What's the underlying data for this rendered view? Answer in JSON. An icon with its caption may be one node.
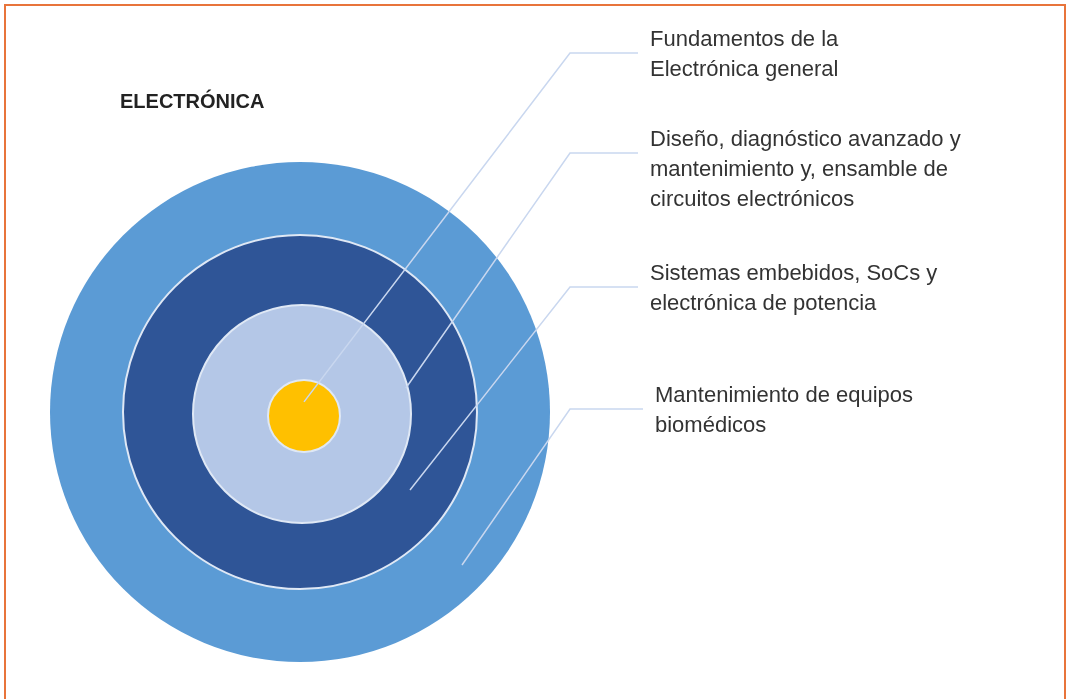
{
  "diagram": {
    "title": "ELECTRÓNICA",
    "nodes": [
      {
        "text": [],
        "shape": "circle"
      },
      {
        "text": [],
        "shape": "circle",
        "in": 0
      },
      {
        "text": [],
        "shape": "circle",
        "in": 1
      },
      {
        "text": [],
        "shape": "circle",
        "in": 2
      },
      {
        "text": [
          "Fundamentos de la Electrónica general"
        ]
      },
      {
        "text": [
          "Diseño, diagnóstico avanzado y mantenimiento y, ensamble de circuitos electrónicos"
        ]
      },
      {
        "text": [
          "Sistemas embebidos, SoCs y electrónica de potencia"
        ]
      },
      {
        "text": [
          "Mantenimiento de equipos biomédicos"
        ]
      }
    ],
    "edges": [
      {
        "from": 4,
        "to": 3,
        "arrow": "none"
      },
      {
        "from": 5,
        "to": 2,
        "arrow": "none"
      },
      {
        "from": 6,
        "to": 1,
        "arrow": "none"
      },
      {
        "from": 7,
        "to": 0,
        "arrow": "none"
      }
    ]
  }
}
